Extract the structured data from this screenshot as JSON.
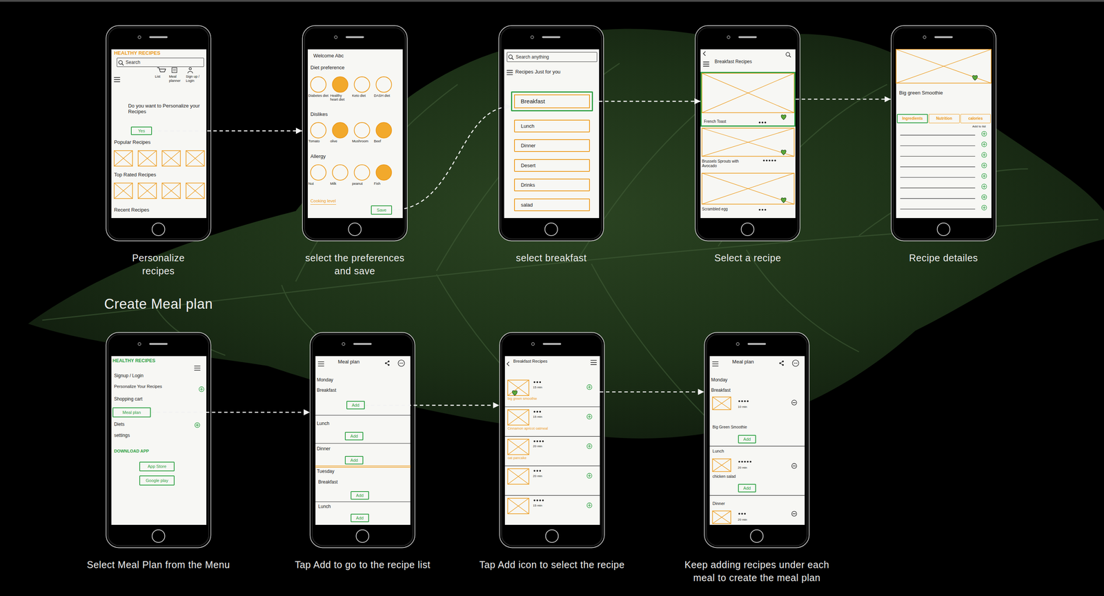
{
  "diagram": {
    "title": "Create Meal plan",
    "nodes": [
      {
        "text": [
          "Personalize recipes"
        ]
      },
      {
        "text": [
          "Search"
        ],
        "in": 0
      },
      {
        "text": [
          "Yes"
        ],
        "in": 0
      },
      {
        "text": [
          "select the preferences and save"
        ]
      },
      {
        "text": [
          "Save"
        ],
        "in": 3
      },
      {
        "text": [
          "select breakfast"
        ]
      },
      {
        "text": [
          "Search anything"
        ],
        "in": 5
      },
      {
        "text": [
          "Breakfast"
        ],
        "in": 5
      },
      {
        "text": [
          "Lunch"
        ],
        "in": 5
      },
      {
        "text": [
          "Dinner"
        ],
        "in": 5
      },
      {
        "text": [
          "Desert"
        ],
        "in": 5
      },
      {
        "text": [
          "Drinks"
        ],
        "in": 5
      },
      {
        "text": [
          "salad"
        ],
        "in": 5
      },
      {
        "text": [
          "Select a recipe"
        ]
      },
      {
        "text": [
          "French Toast"
        ],
        "in": 13
      },
      {
        "text": [
          "Recipe detailes"
        ]
      },
      {
        "text": [
          "Ingredients"
        ],
        "in": 15
      },
      {
        "text": [
          "Nutrition"
        ],
        "in": 15
      },
      {
        "text": [
          "calories"
        ],
        "in": 15
      },
      {
        "text": [
          "Select Meal Plan from the Menu"
        ]
      },
      {
        "text": [
          "Meal plan"
        ],
        "in": 19
      },
      {
        "text": [
          "App Store"
        ],
        "in": 19
      },
      {
        "text": [
          "Google play"
        ],
        "in": 19
      },
      {
        "text": [
          "Tap Add to go to the recipe list"
        ]
      },
      {
        "text": [
          "Add"
        ],
        "in": 23
      },
      {
        "text": [
          "Add"
        ],
        "in": 23
      },
      {
        "text": [
          "Add"
        ],
        "in": 23
      },
      {
        "text": [
          "Add"
        ],
        "in": 23
      },
      {
        "text": [
          "Add"
        ],
        "in": 23
      },
      {
        "text": [
          "Tap Add icon to select the recipe"
        ]
      },
      {
        "text": [
          "15 min",
          "big green smoothie"
        ],
        "in": 29
      },
      {
        "text": [
          "Keep adding recipes under each meal to create the meal plan"
        ]
      },
      {
        "text": [
          "Add"
        ],
        "in": 31
      },
      {
        "text": [
          "Add"
        ],
        "in": 31
      }
    ],
    "edges": [
      {
        "from": 2,
        "to": 3,
        "arrow": "to"
      },
      {
        "from": 4,
        "to": 7,
        "arrow": "to"
      },
      {
        "from": 7,
        "to": 14,
        "arrow": "to"
      },
      {
        "from": 14,
        "to": 15,
        "arrow": "to"
      },
      {
        "from": 20,
        "to": 23,
        "arrow": "to"
      },
      {
        "from": 24,
        "to": 29,
        "arrow": "to"
      },
      {
        "from": 30,
        "to": 31,
        "arrow": "to"
      }
    ],
    "labels": [
      "HEALTHY RECIPES",
      "List",
      "Meal planner",
      "Sign up / Login",
      "Do you want to Personalize your Recipes",
      "Popular Recipes",
      "Top Rated Recipes",
      "Recent Recipes",
      "Welcome Abc",
      "Diet preference",
      "Diabetes diet",
      "Healthy heart diet",
      "Keto diet",
      "DASH diet",
      "Dislikes",
      "Tomato",
      "olive",
      "Mushroom",
      "Beef",
      "Allergy",
      "Nut",
      "Milk",
      "peanut",
      "Fish",
      "Cooking level",
      "Recipes Just for you",
      "Breakfast Recipes",
      "Brussels Sprouts with Avocado",
      "Scrambled egg",
      "Big green Smoothie",
      "Add to list",
      "HEALTHY RECIPES",
      "Signup / Login",
      "Personalize Your Recipes",
      "Shopping cart",
      "Diets",
      "settings",
      "DOWNLOAD APP",
      "Meal plan",
      "Monday",
      "Breakfast",
      "Lunch",
      "Dinner",
      "Tuesday",
      "Breakfast",
      "Lunch",
      "Breakfast Recipes",
      "15 min",
      "Cinnamon apricot oatmeal",
      "20 min",
      "oat pancake",
      "20 min",
      "15 min",
      "Meal plan",
      "Monday",
      "Breakfast",
      "10 min",
      "Big Green Smoothie",
      "Lunch",
      "20 min",
      "chicken salad",
      "Dinner",
      "20 min"
    ]
  }
}
